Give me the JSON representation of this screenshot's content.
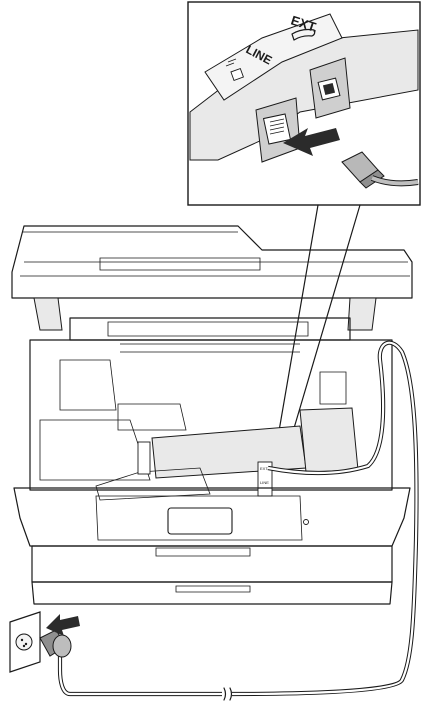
{
  "inset": {
    "port_label_ext": "EXT.",
    "port_label_line": "LINE"
  },
  "device": {
    "small_port_label_ext": "EXT.",
    "small_port_label_line": "LINE"
  }
}
